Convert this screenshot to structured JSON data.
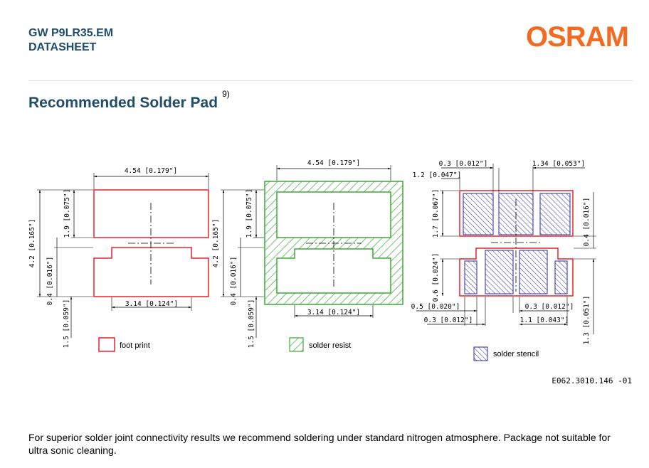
{
  "header": {
    "part_number": "GW P9LR35.EM",
    "doc_type": "DATASHEET",
    "logo_text": "OSRAM",
    "brand_color": "#f26b21",
    "heading_color": "#1f4e6b"
  },
  "section": {
    "title": "Recommended Solder Pad",
    "footnote": "9)"
  },
  "drawing": {
    "footprint": {
      "width": "4.54 [0.179\"]",
      "height": "4.2 [0.165\"]",
      "pad_height": "1.9 [0.075\"]",
      "gap": "0.4 [0.016\"]",
      "lower_extension": "1.5 [0.059\"]",
      "inner_width": "3.14 [0.124\"]"
    },
    "resist": {
      "width": "4.54 [0.179\"]",
      "height": "4.2 [0.165\"]",
      "pad_height": "1.9 [0.075\"]",
      "gap": "0.4 [0.016\"]",
      "lower_extension": "1.5 [0.059\"]",
      "inner_width": "3.14 [0.124\"]"
    },
    "stencil": {
      "top_gap": "0.3 [0.012\"]",
      "top_right": "1.34 [0.053\"]",
      "top_left": "1.2 [0.047\"]",
      "upper_height": "1.7 [0.067\"]",
      "right_gap": "0.4 [0.016\"]",
      "lower_height": "0.6 [0.024\"]",
      "left_width": "0.5 [0.020\"]",
      "inner_gap": "0.3 [0.012\"]",
      "right_small": "0.3 [0.012\"]",
      "right_width": "1.1 [0.043\"]",
      "right_height": "1.3 [0.051\"]"
    },
    "legend": {
      "footprint": "foot print",
      "resist": "solder resist",
      "stencil": "solder stencil"
    },
    "code": "E062.3010.146 -01",
    "colors": {
      "footprint": "#e8202a",
      "resist": "#3aaa35",
      "stencil": "#2a2aa8"
    }
  },
  "note": "For superior solder joint connectivity results we recommend soldering under standard nitrogen atmosphere. Package not suitable for ultra sonic cleaning."
}
